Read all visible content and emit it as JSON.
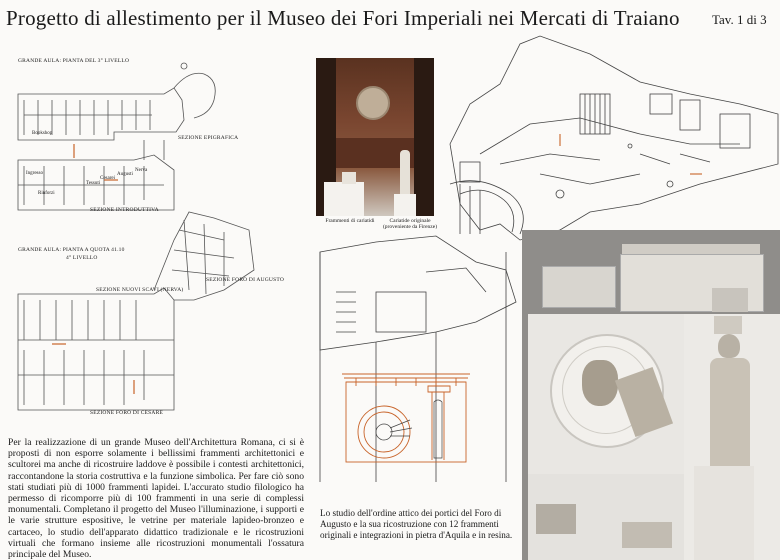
{
  "header": {
    "title": "Progetto di allestimento per il Museo dei Fori Imperiali nei Mercati di Traiano",
    "plate": "Tav. 1 di 3"
  },
  "plan_top": {
    "heading": "GRANDE AULA: PIANTA DEL 3° LIVELLO",
    "labels": {
      "bookshop": "Bookshop",
      "ingresso": "Ingresso",
      "rinforzi": "Rinforzi",
      "tessuti": "Tessuti",
      "cesarei": "Cesarei",
      "augusti": "Augusti",
      "nerva": "Nerva",
      "sezione_epigrafica": "SEZIONE EPIGRAFICA",
      "sezione_introduttiva": "SEZIONE INTRODUTTIVA"
    }
  },
  "plan_bottom": {
    "heading_line1": "GRANDE AULA: PIANTA A QUOTA 41.10",
    "heading_line2": "4° LIVELLO",
    "labels": {
      "nuovi_scavi": "SEZIONE NUOVI SCAVI (NERVA)",
      "foro_augusto": "SEZIONE FORO DI AUGUSTO",
      "foro_cesare": "SEZIONE FORO DI CESARE"
    }
  },
  "photo": {
    "caption_left": "Frammenti di cariatidi",
    "caption_right_line1": "Cariatide originale",
    "caption_right_line2": "(proveniente da Firenze)"
  },
  "text": {
    "main": "Per la realizzazione di un grande Museo dell'Architettura Romana, ci si è proposti di non esporre solamente i bellissimi frammenti architettonici e scultorei ma anche di ricostruire laddove è possibile i contesti architettonici, raccontandone la storia costruttiva e la funzione simbolica. Per fare ciò sono stati studiati più di 1000 frammenti lapidei. L'accurato studio filologico ha permesso di ricomporre più di 100 frammenti in una serie di complessi monumentali. Completano il progetto del Museo l'illuminazione, i supporti e le varie strutture espositive, le vetrine per materiale lapideo-bronzeo e cartaceo, lo studio dell'apparato didattico tradizionale e le ricostruzioni virtuali che formano insieme alle ricostruzioni monumentali l'ossatura principale del Museo.",
    "reconstruction": "Lo studio dell'ordine attico dei portici del Foro di Augusto e la sua ricostruzione con 12 frammenti originali e integrazioni in pietra d'Aquila e in resina."
  },
  "colors": {
    "accent_orange": "#c8642a",
    "line": "#4a4a4a",
    "background": "#fbfaf8"
  }
}
